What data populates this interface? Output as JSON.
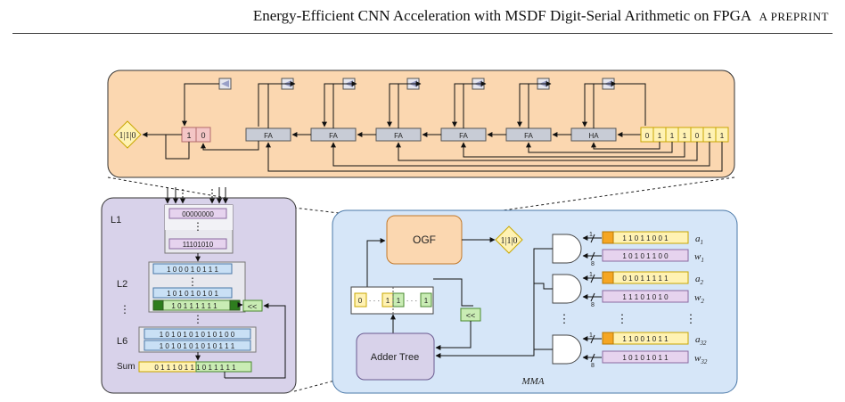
{
  "header": {
    "title": "Energy-Efficient CNN Acceleration with MSDF Digit-Serial Arithmetic on FPGA",
    "tag": "A PREPRINT"
  },
  "colors": {
    "ogf_panel": "#fbd7b0",
    "adder_panel": "#d8d2ea",
    "mma_panel": "#d6e6f8",
    "yellow_bit": "#fff2b3",
    "orange_bit": "#f5a623",
    "pink_bit": "#f4c6c6",
    "purple_bit": "#e6d3ee",
    "blue_bit": "#c9e0f5",
    "green_bit": "#c9ecb4",
    "gray_block": "#c8ccd6"
  },
  "ogf_detail": {
    "output_symbol": "1|1|0",
    "result_bits": [
      "1",
      "0"
    ],
    "full_adder_label": "FA",
    "half_adder_label": "HA",
    "input_bits": [
      "0",
      "1",
      "1",
      "1",
      "0",
      "1",
      "1"
    ]
  },
  "adder_tree": {
    "level_labels": {
      "l1": "L1",
      "l2": "L2",
      "l6": "L6",
      "sum": "Sum"
    },
    "vdots": "⋮",
    "l1_top": "00000000",
    "l1_bottom": "11101010",
    "l2_top": "1 0 0 0 1 0 1 1 1",
    "l2_mid": "1 0 1 0 1 0 1 0 1",
    "l2_bot": "1 0 1 1 1 1 1 1",
    "shift_label": "<<",
    "l6_top": "1 0 1 0 1 0 1 0 1 0 1 0 0",
    "l6_bot": "1 0 1 0 1 0 1 0 1 0 1 1 1",
    "sum_bits": "0 1 1 1 0 1 1 1 0 1 1 1 1 1"
  },
  "mma": {
    "label": "MMA",
    "ogf_label": "OGF",
    "output_symbol": "1|1|0",
    "adder_tree_label": "Adder Tree",
    "shift_label": "<<",
    "register_bits": {
      "b0": "0",
      "dots": "· · ·",
      "b1": "1",
      "b2": "1",
      "b3": "1"
    },
    "bus_width_1": "1",
    "bus_width_8": "8",
    "rows": [
      {
        "a_bits": "1 1 0 1 1 0 0 1",
        "a_label": "a",
        "a_sub": "1",
        "w_bits": "1 0 1 0 1 1 0 0",
        "w_label": "w",
        "w_sub": "1"
      },
      {
        "a_bits": "0 1 0 1 1 1 1 1",
        "a_label": "a",
        "a_sub": "2",
        "w_bits": "1 1 1 0 1 0 1 0",
        "w_label": "w",
        "w_sub": "2"
      },
      {
        "a_bits": "1 1 0 0 1 0 1 1",
        "a_label": "a",
        "a_sub": "32",
        "w_bits": "1 0 1 0 1 0 1 1",
        "w_label": "w",
        "w_sub": "32"
      }
    ]
  }
}
